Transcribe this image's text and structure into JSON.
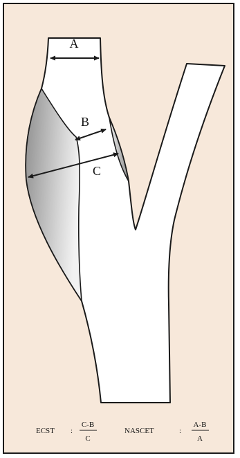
{
  "diagram": {
    "labels": {
      "a": "A",
      "b": "B",
      "c": "C"
    },
    "formulas": {
      "ecst": {
        "name": "ECST",
        "separator": ":",
        "numerator": "C-B",
        "denominator": "C"
      },
      "nascet": {
        "name": "NASCET",
        "separator": ":",
        "numerator": "A-B",
        "denominator": "A"
      }
    },
    "colors": {
      "background": "#f7e8da",
      "vessel": "#ffffff",
      "plaque_dark": "#8f8f8f",
      "plaque_light": "#f2f2f2",
      "outline": "#1a1a1a"
    }
  }
}
